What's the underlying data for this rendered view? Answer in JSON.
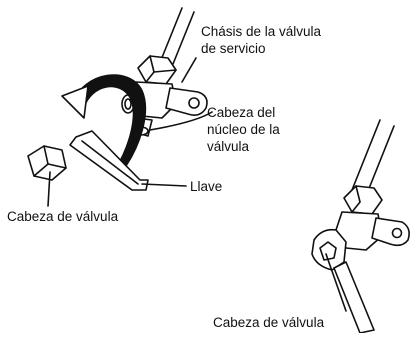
{
  "labels": {
    "valve_chassis_line1": "Chásis de la válvula",
    "valve_chassis_line2": "de servicio",
    "core_head_line1": "Cabeza del",
    "core_head_line2": "núcleo de la",
    "core_head_line3": "válvula",
    "key": "Llave",
    "valve_head_left": "Cabeza de válvula",
    "valve_head_bottom": "Cabeza de válvula"
  },
  "icons": [
    "valve-assembly-icon",
    "rotation-arrow-icon",
    "hex-key-icon",
    "valve-cap-icon",
    "wrench-icon"
  ],
  "colors": {
    "line": "#111111",
    "background": "#ffffff"
  }
}
